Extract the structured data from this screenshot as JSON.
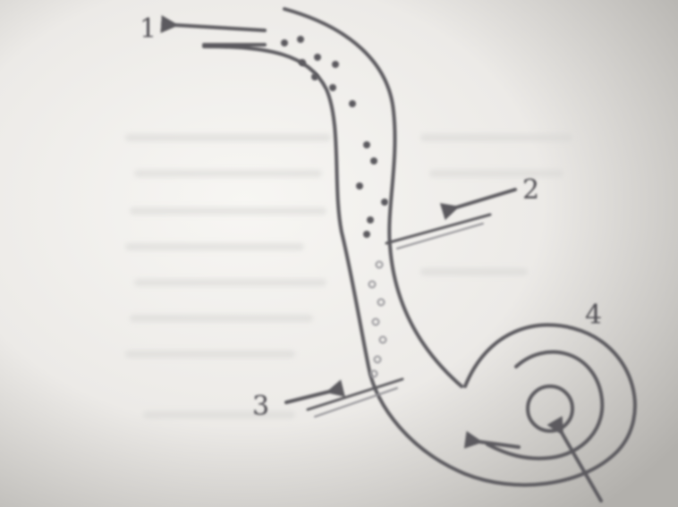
{
  "diagram": {
    "labels": {
      "one": "1",
      "two": "2",
      "three": "3",
      "four": "4"
    },
    "colors": {
      "paper_light": "#f6f5f2",
      "paper_dark": "#a9a7a3",
      "ink": "#5b5a5e",
      "ink_light": "#8f8e93",
      "ghost_text": "#d6d5d3"
    }
  }
}
